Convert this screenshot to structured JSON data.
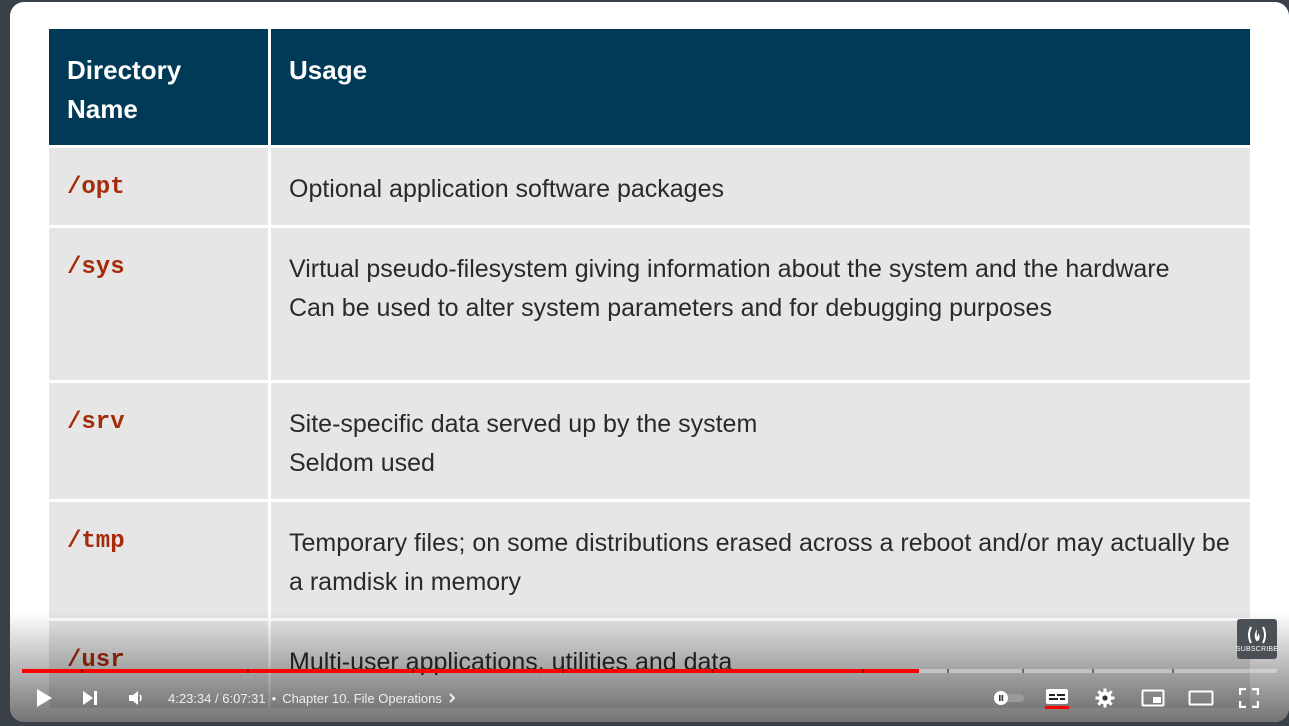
{
  "table": {
    "headers": [
      "Directory Name",
      "Usage"
    ],
    "rows": [
      {
        "dir": "/opt",
        "usage": [
          "Optional application software packages"
        ]
      },
      {
        "dir": "/sys",
        "usage": [
          "Virtual pseudo-filesystem giving information about the system and the hardware",
          "Can be used to alter system parameters and for debugging purposes"
        ]
      },
      {
        "dir": "/srv",
        "usage": [
          "Site-specific data served up by the system",
          "Seldom used"
        ]
      },
      {
        "dir": "/tmp",
        "usage": [
          "Temporary files; on some distributions erased across a reboot and/or may actually be a ramdisk in memory"
        ]
      },
      {
        "dir": "/usr",
        "usage": [
          "Multi-user applications, utilities and data"
        ]
      }
    ]
  },
  "player": {
    "current_time": "4:23:34",
    "duration": "6:07:31",
    "time_separator": "/",
    "bullet": "•",
    "chapter": "Chapter 10. File Operations",
    "progress_fraction": 0.715,
    "accent_color": "#ff0000",
    "watermark_label": "SUBSCRIBE",
    "icons": [
      "play-icon",
      "next-icon",
      "volume-icon",
      "autoplay-toggle-icon",
      "captions-icon",
      "settings-icon",
      "miniplayer-icon",
      "theater-icon",
      "fullscreen-icon"
    ]
  }
}
